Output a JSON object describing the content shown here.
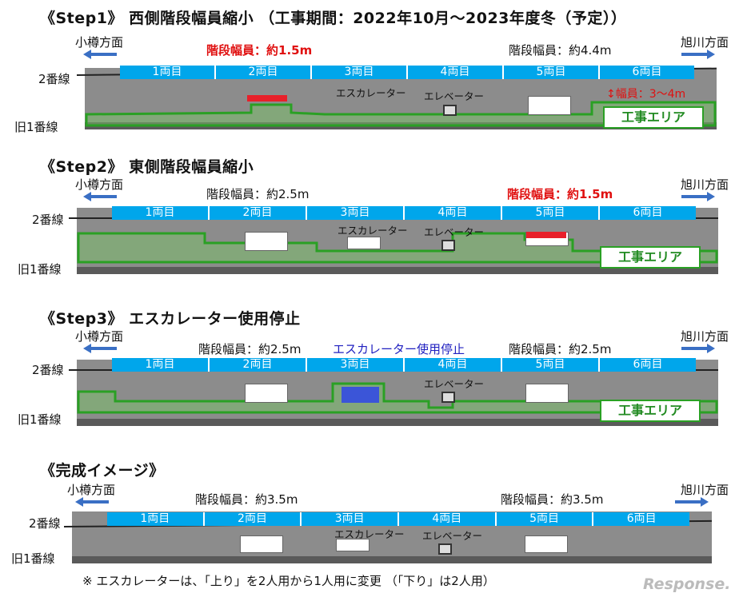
{
  "colors": {
    "car_blue": "#00a6eb",
    "platform_gray": "#8c8c8c",
    "work_area_green": "#2aa024",
    "narrowed_red": "#e8202a",
    "escalator_stopped_blue": "#3b55d8"
  },
  "common": {
    "dir_left": "小樽方面",
    "dir_right": "旭川方面",
    "track2": "2番線",
    "track1": "旧1番線",
    "cars": [
      "1両目",
      "2両目",
      "3両目",
      "4両目",
      "5両目",
      "6両目"
    ],
    "escalator": "エスカレーター",
    "elevator": "エレベーター",
    "work_area": "工事エリア"
  },
  "panels": [
    {
      "title": "《Step1》 西側階段幅員縮小 （工事期間：2022年10月～2023年度冬（予定））",
      "west_width": "階段幅員：約1.5m",
      "east_width": "階段幅員：約4.4m",
      "extra": "↕幅員：3～4m"
    },
    {
      "title": "《Step2》 東側階段幅員縮小",
      "west_width": "階段幅員：約2.5m",
      "east_width": "階段幅員：約1.5m"
    },
    {
      "title": "《Step3》 エスカレーター使用停止",
      "west_width": "階段幅員：約2.5m",
      "center_note": "エスカレーター使用停止",
      "east_width": "階段幅員：約2.5m"
    },
    {
      "title": "《完成イメージ》",
      "west_width": "階段幅員：約3.5m",
      "east_width": "階段幅員：約3.5m"
    }
  ],
  "footnote": "※ エスカレーターは、「上り」を2人用から1人用に変更 （「下り」は2人用）",
  "watermark": "Response."
}
